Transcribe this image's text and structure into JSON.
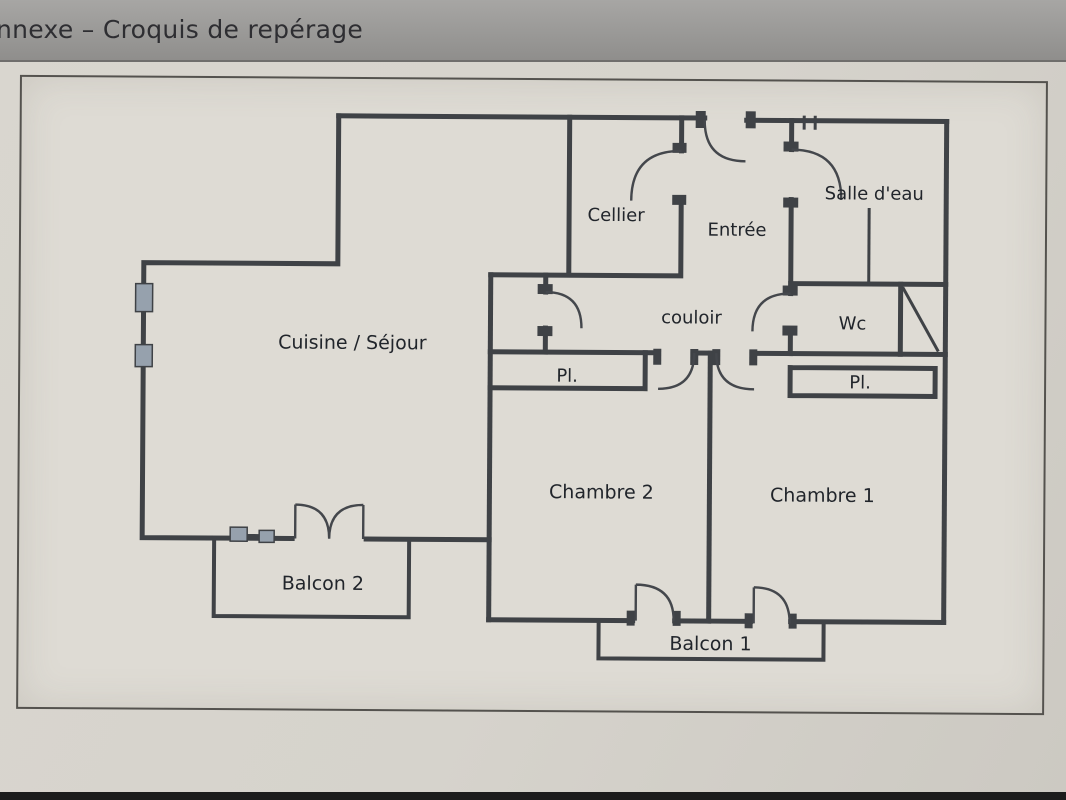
{
  "header": {
    "title": "nnexe – Croquis de repérage"
  },
  "plan": {
    "rooms": [
      {
        "id": "cuisine-sejour",
        "label": "Cuisine / Séjour"
      },
      {
        "id": "cellier",
        "label": "Cellier"
      },
      {
        "id": "entree",
        "label": "Entrée"
      },
      {
        "id": "salle-deau",
        "label": "Salle d'eau"
      },
      {
        "id": "couloir",
        "label": "couloir"
      },
      {
        "id": "wc",
        "label": "Wc"
      },
      {
        "id": "placard-chambre-2",
        "label": "Pl."
      },
      {
        "id": "placard-chambre-1",
        "label": "Pl."
      },
      {
        "id": "chambre-2",
        "label": "Chambre 2"
      },
      {
        "id": "chambre-1",
        "label": "Chambre 1"
      },
      {
        "id": "balcon-2",
        "label": "Balcon 2"
      },
      {
        "id": "balcon-1",
        "label": "Balcon 1"
      }
    ],
    "colors": {
      "wall": "#3f4246",
      "paper": "#d6d3cc",
      "frame_fill": "#dedbd4",
      "window_symbol": "#96a1ad",
      "header_text": "#2e2e32"
    }
  }
}
